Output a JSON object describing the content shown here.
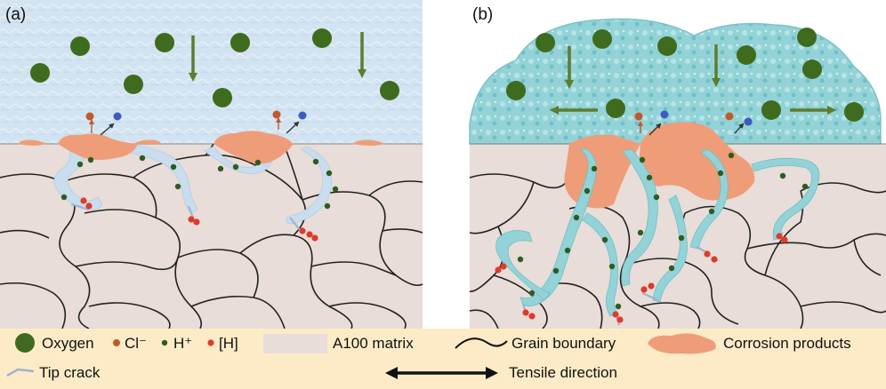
{
  "panels": [
    {
      "label": "(a)"
    },
    {
      "label": "(b)"
    }
  ],
  "legend": {
    "oxygen": "Oxygen",
    "chloride": "Cl⁻",
    "hydrogen_ion": "H⁺",
    "hydrogen_atom": "[H]",
    "matrix": "A100 matrix",
    "grain_boundary": "Grain boundary",
    "corrosion_products": "Corrosion products",
    "tip_crack": "Tip crack",
    "tensile_direction": "Tensile direction"
  },
  "colors": {
    "oxygen": "#3f6b1e",
    "chloride": "#c0592a",
    "hydrogen_ion": "#2f5a22",
    "hydrogen_atom": "#e03a2a",
    "matrix": "#e8ddd8",
    "corrosion": "#ee9d78",
    "solution_a": "#cfe1f0",
    "solution_b": "#93d2d6",
    "legend_bg": "#fcebc6",
    "arrow": "#5d7d2c",
    "ion_blue": "#3d5bbf"
  }
}
